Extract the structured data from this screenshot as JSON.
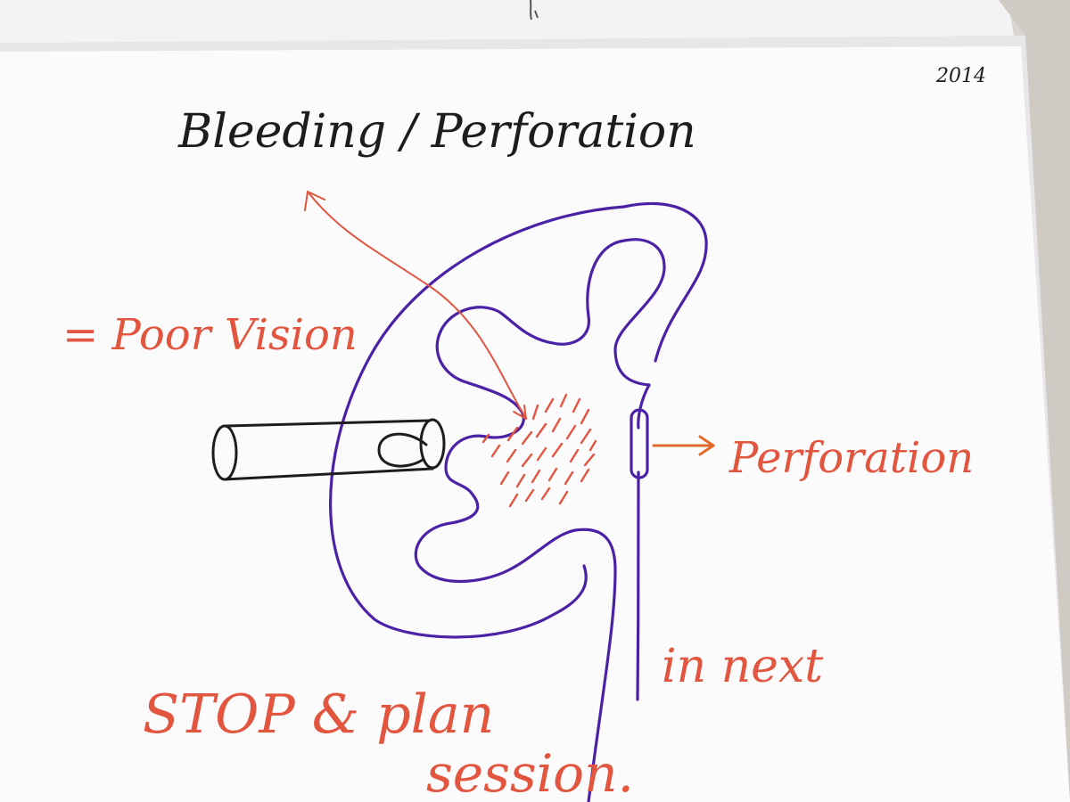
{
  "note": {
    "title": "Bleeding / Perforation",
    "year": "2014",
    "label_left": "= Poor Vision",
    "label_right": "Perforation",
    "footer_line1_left": "STOP & plan",
    "footer_line1_right": "in next",
    "footer_line2": "session."
  },
  "colors": {
    "paper": "#fbfbfc",
    "background": "#d9d6d1",
    "black_ink": "#1d1d1f",
    "purple_ink": "#4b22a6",
    "red_ink": "#e2553f",
    "orange_arrow": "#e06a2a"
  }
}
